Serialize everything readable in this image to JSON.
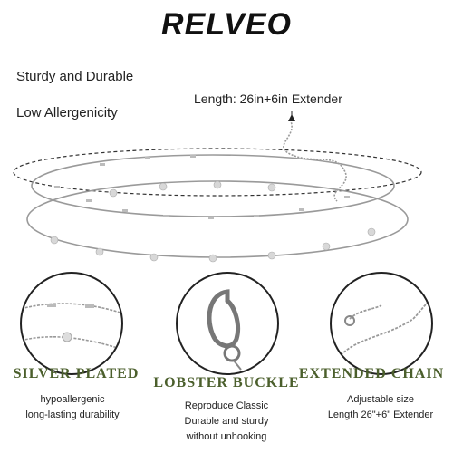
{
  "brand": "RELVEO",
  "features": [
    "Sturdy and Durable",
    "Low Allergenicity"
  ],
  "length_note": "Length: 26in+6in Extender",
  "panels": [
    {
      "heading": "SILVER PLATED",
      "lines": [
        "hypoallergenic",
        "long-lasting durability"
      ]
    },
    {
      "heading": "LOBSTER BUCKLE",
      "lines": [
        "Reproduce Classic",
        "Durable and sturdy",
        "without unhooking"
      ]
    },
    {
      "heading": "EXTENDED CHAIN",
      "lines": [
        "Adjustable size",
        "Length 26\"+6\" Extender"
      ]
    }
  ],
  "colors": {
    "heading": "#4b5f2c",
    "chain": "#8a8a8a"
  }
}
